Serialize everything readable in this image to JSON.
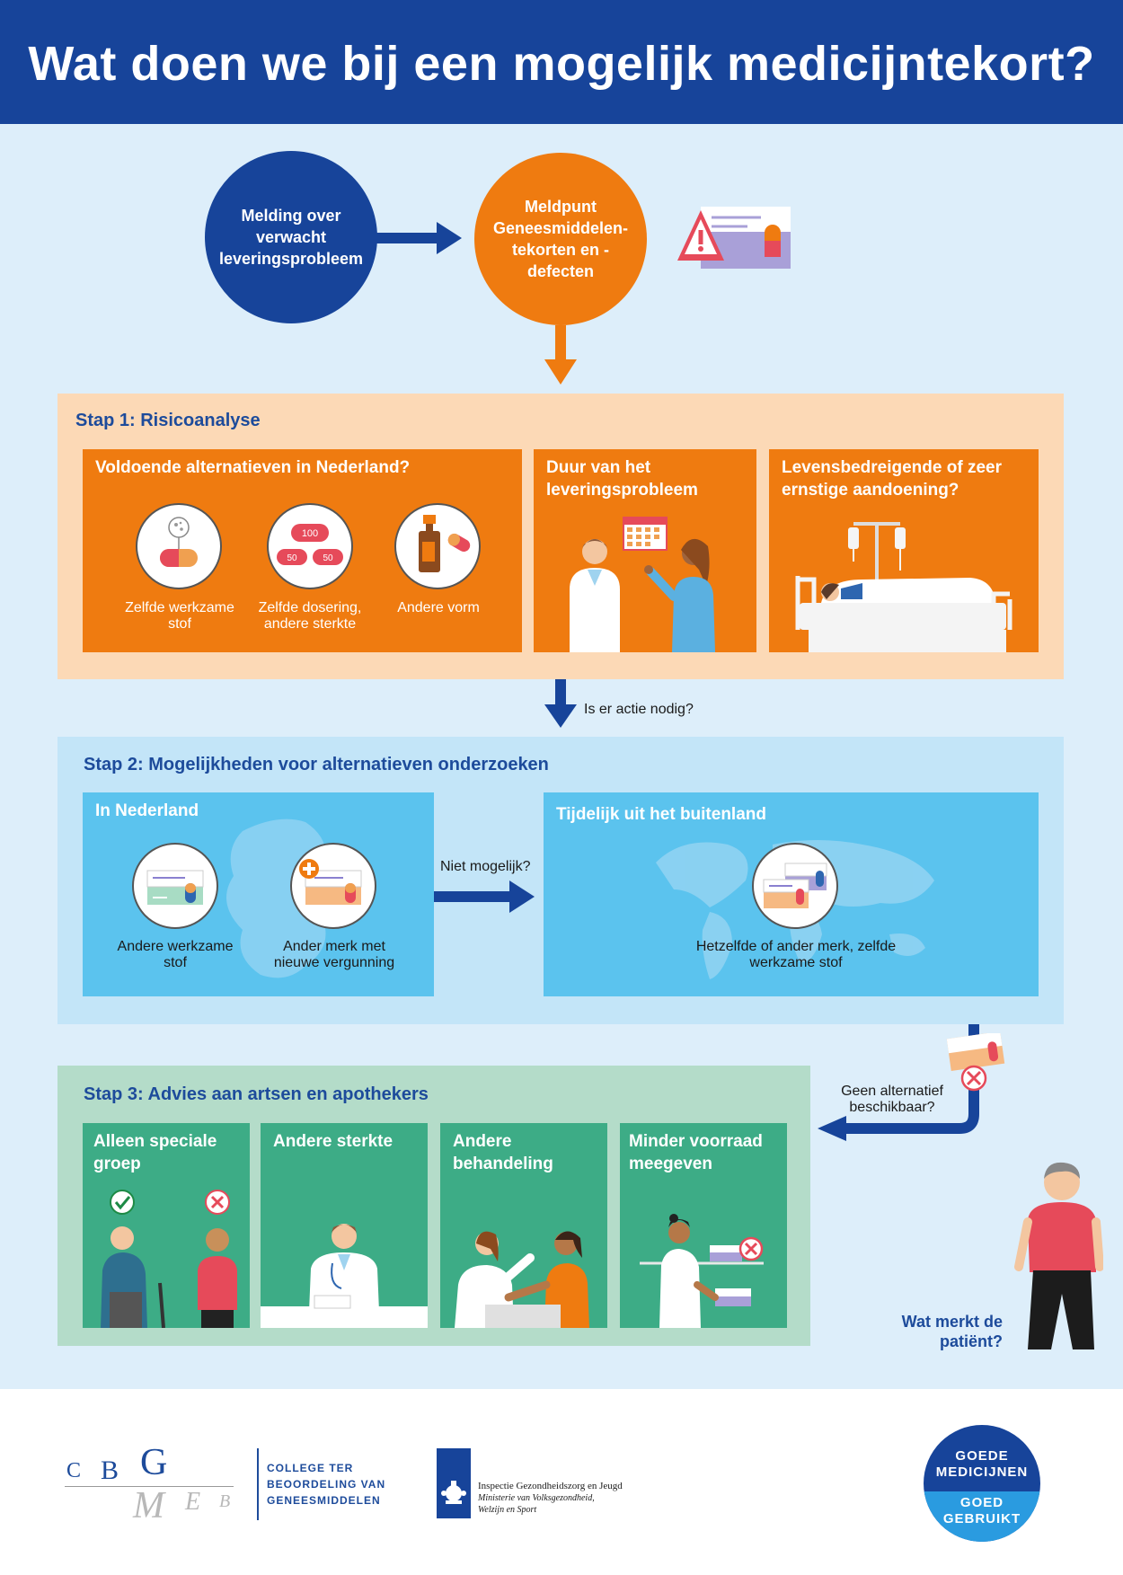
{
  "header": {
    "title": "Wat doen we bij een mogelijk medicijntekort?"
  },
  "flow": {
    "circle1": "Melding over verwacht leveringsprobleem",
    "circle2": "Meldpunt Geneesmiddelen-tekorten en -defecten"
  },
  "step1": {
    "title": "Stap 1: Risicoanalyse",
    "box1": {
      "title": "Voldoende alternatieven in Nederland?",
      "items": [
        {
          "label": "Zelfde werkzame stof"
        },
        {
          "label": "Zelfde dosering, andere sterkte",
          "pill_labels": [
            "100",
            "50",
            "50"
          ]
        },
        {
          "label": "Andere vorm"
        }
      ]
    },
    "box2": {
      "title": "Duur van het leveringsprobleem"
    },
    "box3": {
      "title": "Levensbedreigende of zeer ernstige aandoening?"
    }
  },
  "arrow1_label": "Is er actie nodig?",
  "step2": {
    "title": "Stap 2: Mogelijkheden voor alternatieven onderzoeken",
    "left": {
      "title": "In Nederland",
      "items": [
        {
          "label": "Andere werkzame stof"
        },
        {
          "label": "Ander merk met nieuwe vergunning"
        }
      ]
    },
    "arrow_label": "Niet mogelijk?",
    "right": {
      "title": "Tijdelijk uit het buitenland",
      "caption": "Hetzelfde of ander merk, zelfde werkzame stof"
    }
  },
  "arrow2_label": "Geen alternatief beschikbaar?",
  "step3": {
    "title": "Stap 3: Advies aan artsen en apothekers",
    "boxes": [
      {
        "title": "Alleen speciale groep"
      },
      {
        "title": "Andere sterkte"
      },
      {
        "title": "Andere behandeling"
      },
      {
        "title": "Minder voorraad meegeven"
      }
    ]
  },
  "patient_label": "Wat merkt de patiënt?",
  "footer": {
    "cbg_letters": [
      "C",
      "B",
      "G",
      "M",
      "E",
      "B"
    ],
    "cbg_text": [
      "COLLEGE TER",
      "BEOORDELING VAN",
      "GENEESMIDDELEN"
    ],
    "igj_text": [
      "Inspectie Gezondheidszorg en Jeugd",
      "Ministerie van Volksgezondheid,",
      "Welzijn en Sport"
    ],
    "badge_lines": [
      "GOEDE",
      "MEDICIJNEN",
      "GOED",
      "GEBRUIKT"
    ]
  },
  "colors": {
    "navy": "#17449a",
    "orange": "#ef7b10",
    "step1_bg": "#fcd9b6",
    "step2_bg": "#c3e5f8",
    "blue_box": "#5bc3ee",
    "step3_bg": "#b4dcc9",
    "green_box": "#3dac86",
    "page_bg": "#ddeefa"
  }
}
